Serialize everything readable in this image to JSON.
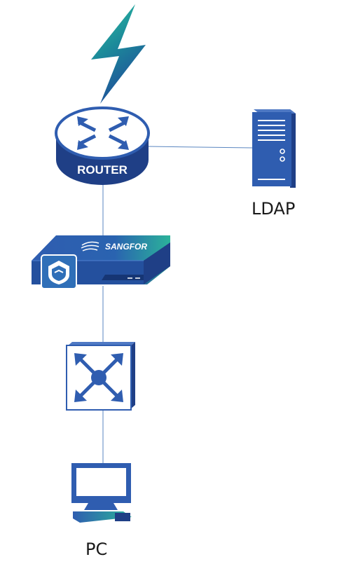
{
  "nodes": {
    "router": {
      "text": "ROUTER"
    },
    "ldap": {
      "label": "LDAP"
    },
    "firewall": {
      "brand": "SANGFOR"
    },
    "switch": {},
    "pc": {
      "label": "PC"
    }
  },
  "links": [
    {
      "from": "router",
      "to": "ldap"
    },
    {
      "from": "router",
      "to": "firewall"
    },
    {
      "from": "firewall",
      "to": "switch"
    },
    {
      "from": "switch",
      "to": "pc"
    }
  ],
  "colors": {
    "device_blue": "#2f5db0",
    "device_dark": "#1f3f86",
    "accent_teal": "#2bb39a",
    "link": "#5a86c0"
  },
  "icons": [
    "internet-lightning-icon",
    "router-icon",
    "ldap-server-icon",
    "sangfor-firewall-icon",
    "switch-icon",
    "pc-icon"
  ]
}
